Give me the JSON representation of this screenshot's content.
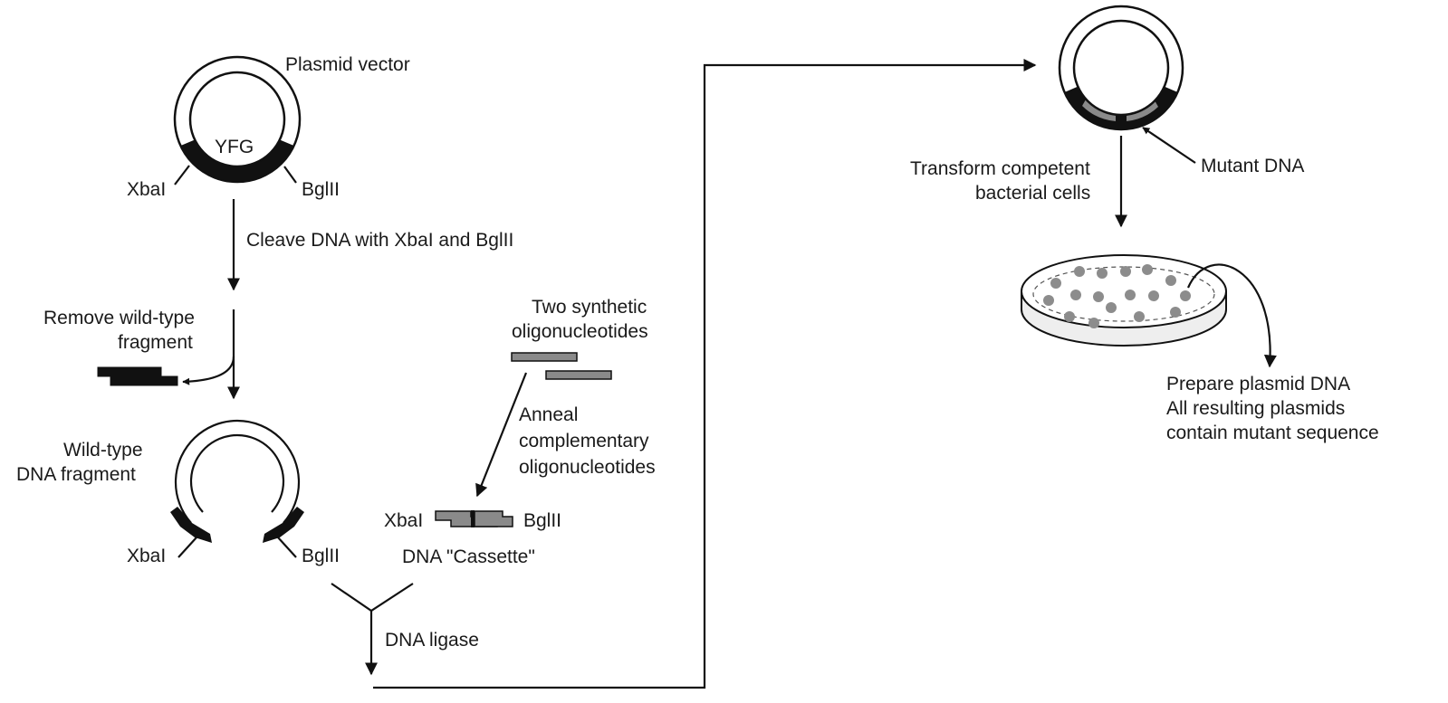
{
  "labels": {
    "plasmid_vector": "Plasmid vector",
    "yfg": "YFG",
    "xbai_1": "XbaI",
    "bglii_1": "BglII",
    "cleave": "Cleave DNA with XbaI and BglII",
    "remove_line1": "Remove wild-type",
    "remove_line2": "fragment",
    "two_synthetic_line1": "Two synthetic",
    "two_synthetic_line2": "oligonucleotides",
    "anneal_line1": "Anneal",
    "anneal_line2": "complementary",
    "anneal_line3": "oligonucleotides",
    "wildtype_line1": "Wild-type",
    "wildtype_line2": "DNA fragment",
    "xbai_2": "XbaI",
    "bglii_2": "BglII",
    "xbai_3": "XbaI",
    "bglii_3": "BglII",
    "cassette": "DNA \"Cassette\"",
    "ligase": "DNA ligase",
    "transform_line1": "Transform competent",
    "transform_line2": "bacterial cells",
    "mutant_dna": "Mutant DNA",
    "prepare_line1": "Prepare plasmid DNA",
    "prepare_line2": "All resulting plasmids",
    "prepare_line3": "contain mutant sequence"
  },
  "colors": {
    "ink": "#111111",
    "oligo_gray": "#8a8a8a",
    "dish_fill": "#eeeeee"
  }
}
